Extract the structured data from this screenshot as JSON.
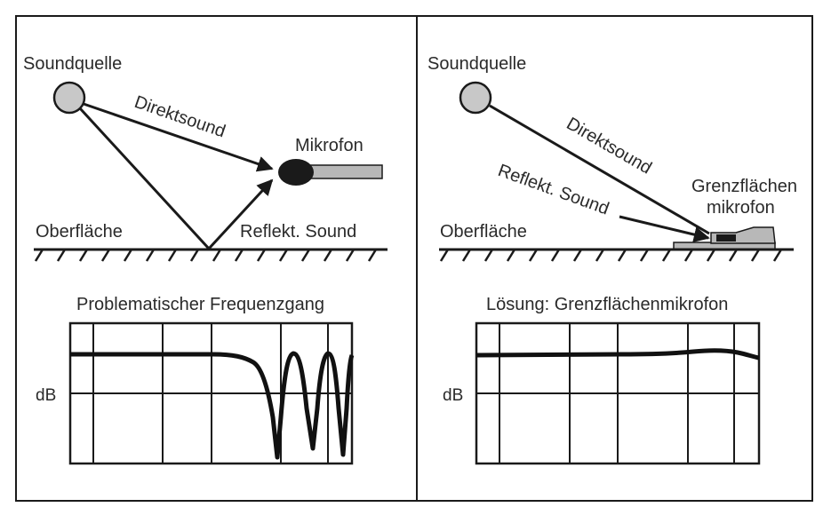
{
  "left_panel": {
    "source_label": "Soundquelle",
    "direct_label": "Direktsound",
    "mic_label": "Mikrofon",
    "surface_label": "Oberfläche",
    "reflected_label": "Reflekt. Sound",
    "chart_title": "Problematischer Frequenzgang",
    "ylabel": "dB"
  },
  "right_panel": {
    "source_label": "Soundquelle",
    "direct_label": "Direktsound",
    "reflected_label": "Reflekt. Sound",
    "mic_label_line1": "Grenzflächen",
    "mic_label_line2": "mikrofon",
    "surface_label": "Oberfläche",
    "chart_title": "Lösung: Grenzflächenmikrofon",
    "ylabel": "dB"
  },
  "colors": {
    "line": "#1a1a1a",
    "source_fill": "#c8c8c8",
    "mic_head": "#1a1a1a",
    "mic_body": "#b8b8b8"
  }
}
